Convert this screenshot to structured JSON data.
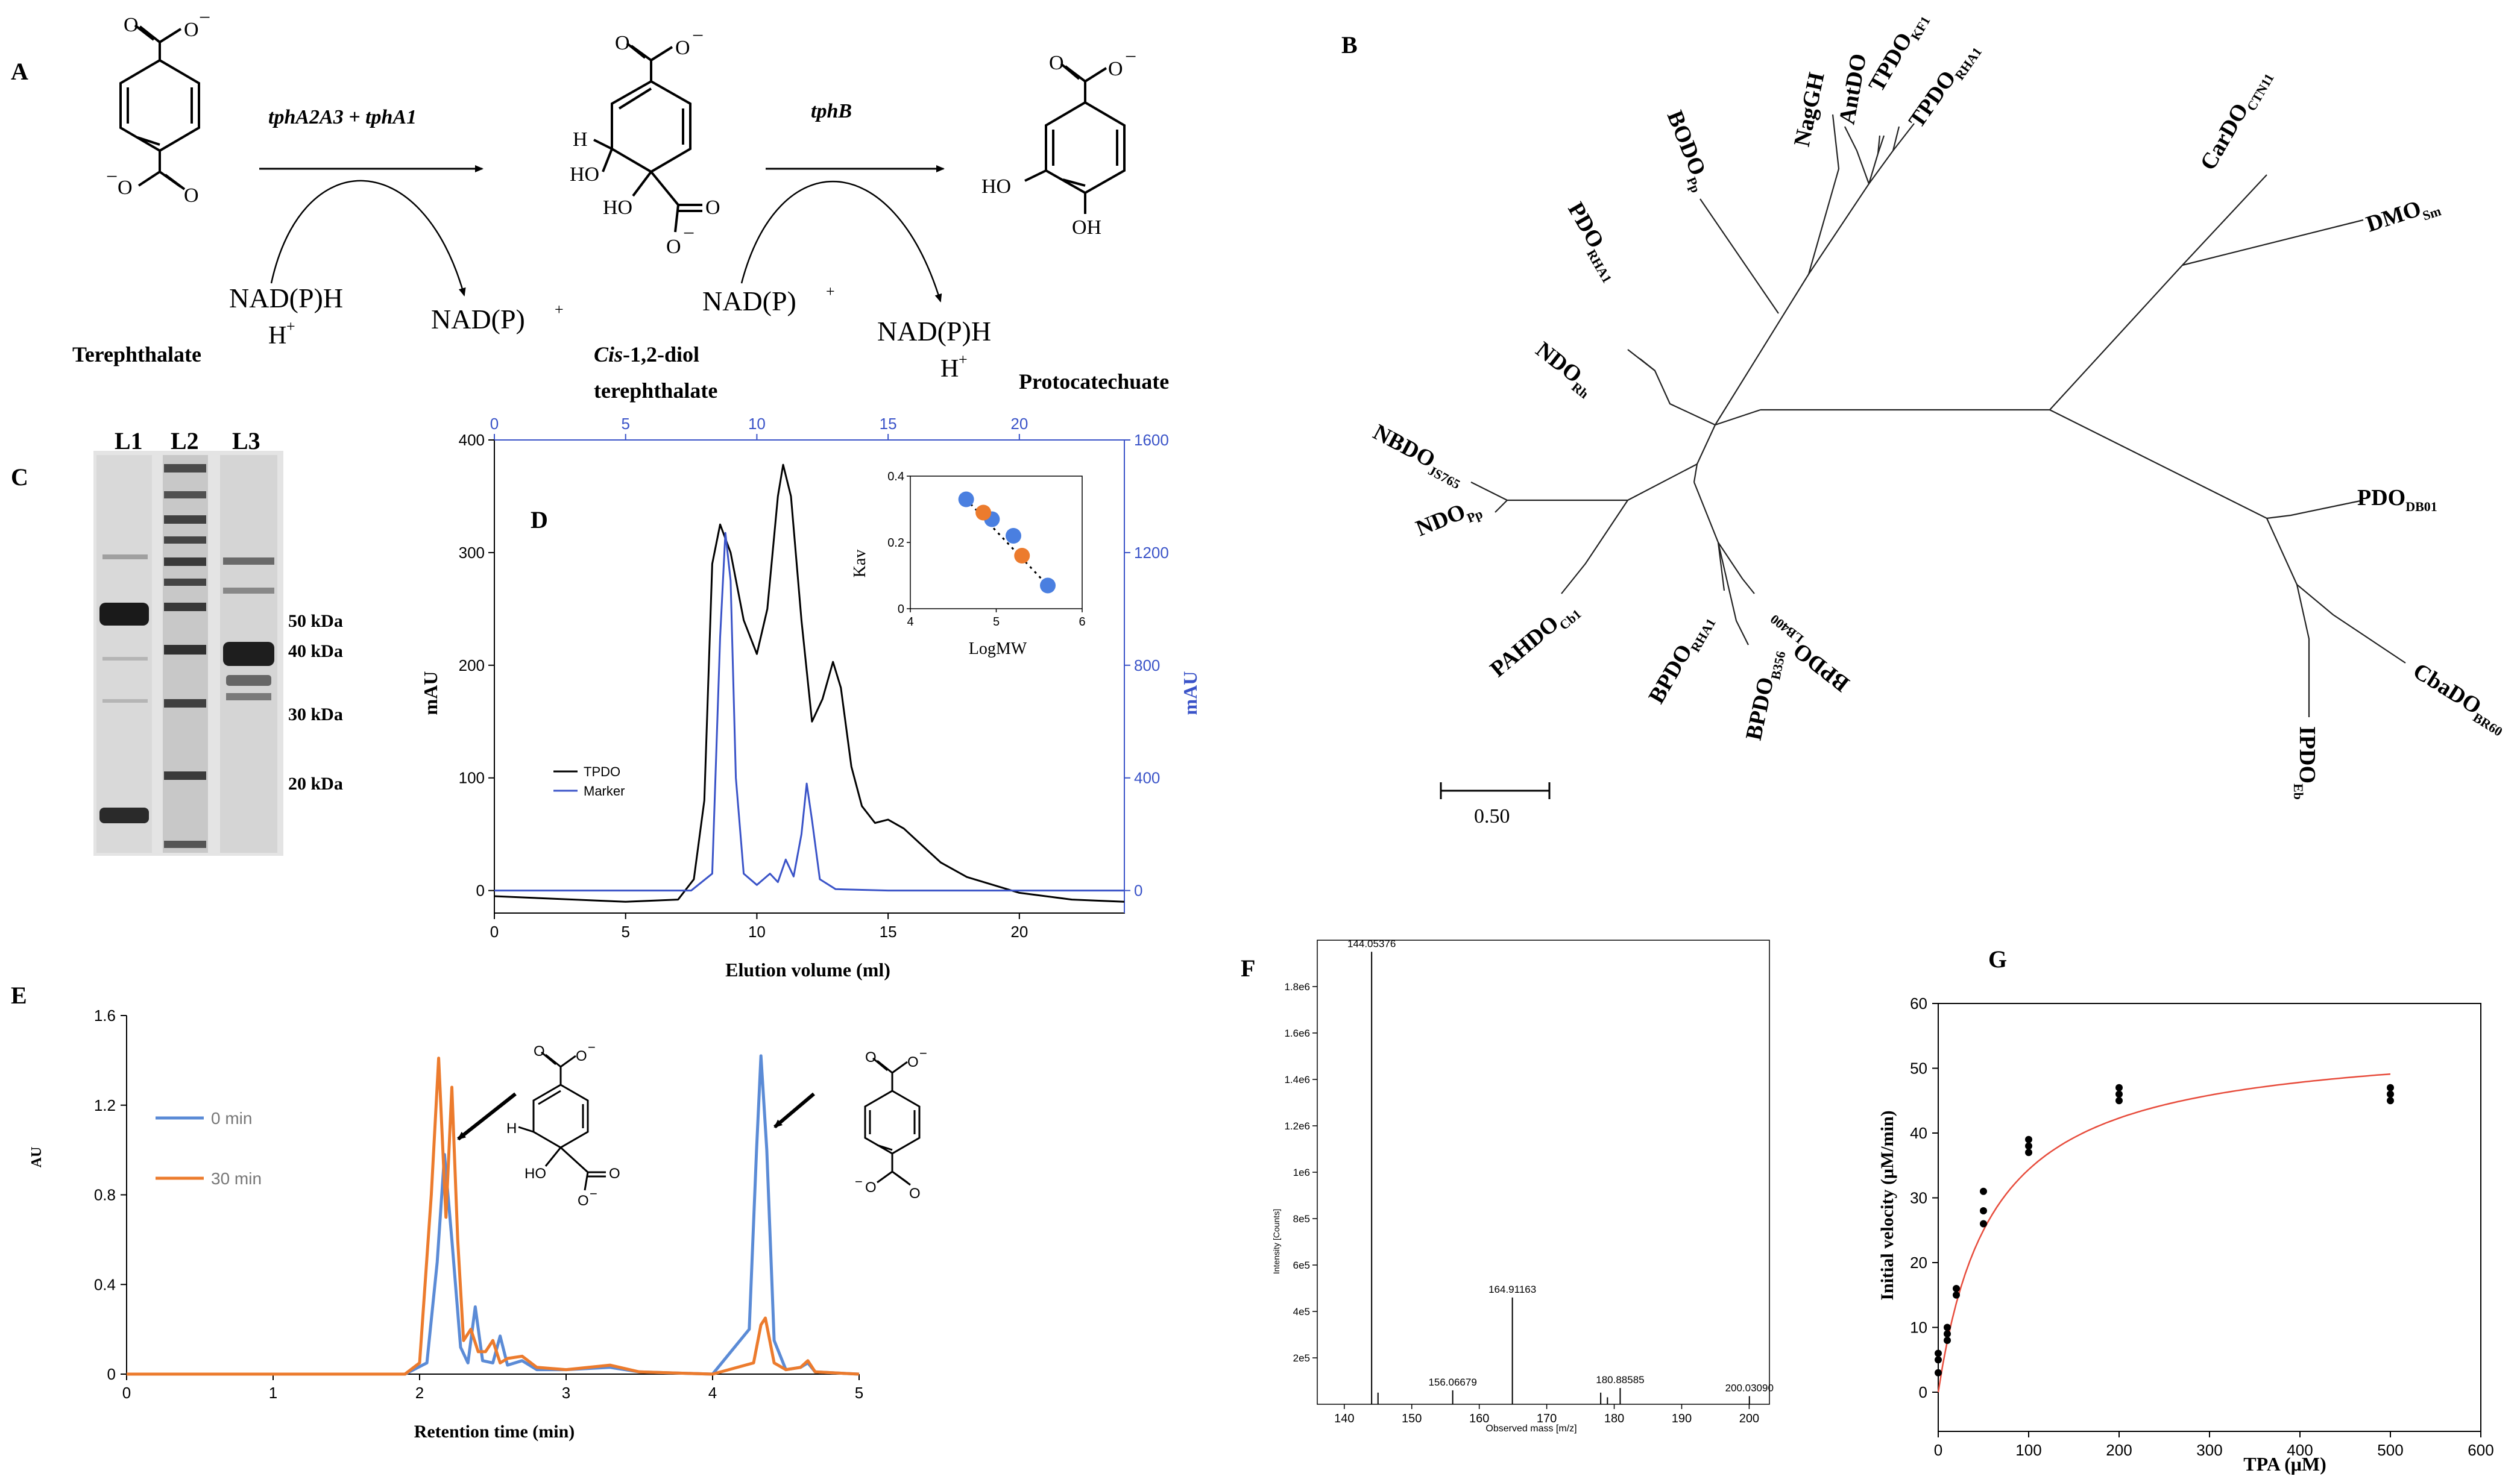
{
  "panels": {
    "A": "A",
    "B": "B",
    "C": "C",
    "D": "D",
    "E": "E",
    "F": "F",
    "G": "G"
  },
  "panelA": {
    "enzyme1": "tphA2A3 + tphA1",
    "enzyme2": "tphB",
    "cofactor_in1": "NAD(P)H",
    "cofactor_in1_h": "H",
    "cofactor_out1": "NAD(P)",
    "cofactor_in2": "NAD(P)",
    "cofactor_out2": "NAD(P)H",
    "cofactor_out2_h": "H",
    "plus": "+",
    "minus": "−",
    "compound1": "Terephthalate",
    "compound2_italic": "Cis",
    "compound2_rest": "-1,2-diol",
    "compound2_line2": "terephthalate",
    "compound3": "Protocatechuate",
    "atom_O": "O",
    "atom_H": "H",
    "atom_HO": "HO",
    "atom_OH": "OH"
  },
  "panelB": {
    "scale_label": "0.50",
    "leaves": [
      {
        "base": "NagGH",
        "sub": ""
      },
      {
        "base": "AntDO",
        "sub": ""
      },
      {
        "base": "TPDO",
        "sub": "KF1"
      },
      {
        "base": "TPDO",
        "sub": "RHA1"
      },
      {
        "base": "BODO",
        "sub": "Pp"
      },
      {
        "base": "PDO",
        "sub": "RHA1"
      },
      {
        "base": "NDO",
        "sub": "Rh"
      },
      {
        "base": "NBDO",
        "sub": "JS765"
      },
      {
        "base": "NDO",
        "sub": "Pp"
      },
      {
        "base": "PAHDO",
        "sub": "Cb1"
      },
      {
        "base": "BPDO",
        "sub": "RHA1"
      },
      {
        "base": "BPDO",
        "sub": "B356"
      },
      {
        "base": "BPDO",
        "sub": "LB400"
      },
      {
        "base": "CarDO",
        "sub": "CTN11"
      },
      {
        "base": "DMO",
        "sub": "Sm"
      },
      {
        "base": "PDO",
        "sub": "DB01"
      },
      {
        "base": "CbaDO",
        "sub": "BR60"
      },
      {
        "base": "IPDO",
        "sub": "Eb"
      }
    ]
  },
  "panelC": {
    "lanes": [
      "L1",
      "L2",
      "L3"
    ],
    "markers": [
      "50 kDa",
      "40 kDa",
      "30 kDa",
      "20 kDa"
    ]
  },
  "panelD": {
    "xlabel": "Elution volume (ml)",
    "ylabel_left": "mAU",
    "ylabel_right": "mAU",
    "legend": [
      "TPDO",
      "Marker"
    ],
    "inset_xlabel": "LogMW",
    "inset_ylabel": "Kav",
    "chart_data": {
      "type": "line",
      "x_bottom_ticks": [
        "0",
        "5",
        "10",
        "15",
        "20"
      ],
      "x_top_ticks": [
        "0",
        "5",
        "10",
        "15",
        "20"
      ],
      "y_left_ticks": [
        "0",
        "100",
        "200",
        "300",
        "400"
      ],
      "y_right_ticks": [
        "0",
        "400",
        "800",
        "1200",
        "1600"
      ],
      "xlim": [
        0,
        24
      ],
      "ylim_left": [
        -20,
        400
      ],
      "ylim_right": [
        -80,
        1600
      ],
      "series": [
        {
          "name": "TPDO",
          "color": "#000000",
          "x": [
            0,
            5,
            7,
            7.6,
            8.0,
            8.3,
            8.6,
            9.0,
            9.5,
            10.0,
            10.4,
            10.8,
            11.0,
            11.3,
            11.7,
            12.1,
            12.5,
            12.9,
            13.2,
            13.6,
            14.0,
            14.5,
            15.0,
            15.6,
            16.3,
            17.0,
            18.0,
            19.0,
            20.0,
            22.0,
            24.0
          ],
          "y": [
            -5,
            -10,
            -8,
            10,
            80,
            290,
            325,
            300,
            240,
            210,
            250,
            350,
            378,
            350,
            240,
            150,
            170,
            203,
            180,
            110,
            75,
            60,
            63,
            55,
            40,
            25,
            12,
            5,
            -2,
            -8,
            -10
          ]
        },
        {
          "name": "Marker",
          "color": "#3a53c8",
          "x": [
            0,
            7.5,
            8.3,
            8.6,
            8.8,
            9.0,
            9.2,
            9.5,
            10.0,
            10.5,
            10.8,
            11.1,
            11.4,
            11.7,
            11.9,
            12.1,
            12.4,
            13.0,
            15.0,
            20.0,
            24.0
          ],
          "y": [
            0,
            0,
            60,
            900,
            1270,
            1100,
            400,
            60,
            20,
            60,
            30,
            110,
            50,
            200,
            380,
            250,
            40,
            5,
            0,
            0,
            0
          ]
        }
      ],
      "inset": {
        "type": "scatter",
        "x_ticks": [
          "4",
          "5",
          "6"
        ],
        "y_ticks": [
          "0",
          "0.2",
          "0.4"
        ],
        "xlim": [
          4,
          6
        ],
        "ylim": [
          0,
          0.4
        ],
        "points_blue": [
          [
            4.65,
            0.33
          ],
          [
            4.95,
            0.27
          ],
          [
            5.2,
            0.22
          ],
          [
            5.6,
            0.07
          ]
        ],
        "points_orange": [
          [
            4.85,
            0.29
          ],
          [
            5.3,
            0.16
          ]
        ]
      }
    }
  },
  "panelE": {
    "xlabel": "Retention time (min)",
    "ylabel": "AU",
    "legend": [
      "0 min",
      "30 min"
    ],
    "atom_O": "O",
    "minus": "−",
    "atom_H": "H",
    "atom_HO": "HO",
    "chart_data": {
      "type": "line",
      "x_ticks": [
        "0",
        "1",
        "2",
        "3",
        "4",
        "5"
      ],
      "y_ticks": [
        "0",
        "0.4",
        "0.8",
        "1.2",
        "1.6"
      ],
      "xlim": [
        0,
        5
      ],
      "ylim": [
        0,
        1.6
      ],
      "series": [
        {
          "name": "0 min",
          "color": "#5b8bd6",
          "x": [
            0,
            1.9,
            2.05,
            2.12,
            2.17,
            2.22,
            2.28,
            2.33,
            2.38,
            2.43,
            2.5,
            2.55,
            2.6,
            2.7,
            2.8,
            3.0,
            3.3,
            3.5,
            4.0,
            4.25,
            4.3,
            4.33,
            4.37,
            4.42,
            4.5,
            4.6,
            4.65,
            4.7,
            5.0
          ],
          "y": [
            0,
            0,
            0.05,
            0.5,
            0.98,
            0.6,
            0.12,
            0.05,
            0.3,
            0.06,
            0.05,
            0.17,
            0.04,
            0.06,
            0.02,
            0.02,
            0.03,
            0.01,
            0,
            0.2,
            1.0,
            1.42,
            1.0,
            0.15,
            0.02,
            0.03,
            0.05,
            0.01,
            0
          ]
        },
        {
          "name": "30 min",
          "color": "#ec7b2d",
          "x": [
            0,
            1.9,
            2.0,
            2.08,
            2.13,
            2.18,
            2.22,
            2.26,
            2.3,
            2.35,
            2.4,
            2.45,
            2.5,
            2.55,
            2.6,
            2.7,
            2.8,
            3.0,
            3.3,
            3.5,
            4.0,
            4.28,
            4.33,
            4.36,
            4.42,
            4.5,
            4.6,
            4.65,
            4.7,
            5.0
          ],
          "y": [
            0,
            0,
            0.05,
            0.8,
            1.41,
            0.7,
            1.28,
            0.6,
            0.15,
            0.2,
            0.1,
            0.1,
            0.15,
            0.05,
            0.07,
            0.08,
            0.03,
            0.02,
            0.04,
            0.01,
            0,
            0.05,
            0.22,
            0.25,
            0.05,
            0.02,
            0.03,
            0.06,
            0.01,
            0
          ]
        }
      ]
    }
  },
  "panelF": {
    "xlabel": "Observed mass [m/z]",
    "ylabel": "Intensity [Counts]",
    "chart_data": {
      "type": "bar",
      "x_ticks": [
        "140",
        "150",
        "160",
        "170",
        "180",
        "190",
        "200"
      ],
      "y_ticks": [
        "2e5",
        "4e5",
        "6e5",
        "8e5",
        "1e6",
        "1.2e6",
        "1.4e6",
        "1.6e6",
        "1.8e6"
      ],
      "xlim": [
        136,
        203
      ],
      "ylim": [
        0,
        2000000
      ],
      "peaks": [
        {
          "mz": 144.05376,
          "intensity": 1950000,
          "label": "144.05376"
        },
        {
          "mz": 145.0,
          "intensity": 50000,
          "label": ""
        },
        {
          "mz": 156.06679,
          "intensity": 60000,
          "label": "156.06679"
        },
        {
          "mz": 164.91163,
          "intensity": 460000,
          "label": "164.91163"
        },
        {
          "mz": 178.0,
          "intensity": 50000,
          "label": ""
        },
        {
          "mz": 179.0,
          "intensity": 30000,
          "label": ""
        },
        {
          "mz": 180.88585,
          "intensity": 70000,
          "label": "180.88585"
        },
        {
          "mz": 200.0309,
          "intensity": 35000,
          "label": "200.03090"
        }
      ],
      "labels_shown": [
        "144.05376",
        "156.06679",
        "164.91163",
        "180.88585",
        "200.03090"
      ]
    }
  },
  "panelG": {
    "xlabel": "TPA (μM)",
    "ylabel": "Initial velocity (μM/min)",
    "chart_data": {
      "type": "scatter",
      "x_ticks": [
        "0",
        "100",
        "200",
        "300",
        "400",
        "500",
        "600"
      ],
      "y_ticks": [
        "0",
        "10",
        "20",
        "30",
        "40",
        "50",
        "60"
      ],
      "xlim": [
        0,
        600
      ],
      "ylim": [
        0,
        60
      ],
      "points": [
        [
          0,
          3
        ],
        [
          0,
          5
        ],
        [
          0,
          6
        ],
        [
          10,
          8
        ],
        [
          10,
          9
        ],
        [
          10,
          10
        ],
        [
          20,
          15
        ],
        [
          20,
          16
        ],
        [
          50,
          26
        ],
        [
          50,
          28
        ],
        [
          50,
          31
        ],
        [
          100,
          37
        ],
        [
          100,
          38
        ],
        [
          100,
          39
        ],
        [
          200,
          45
        ],
        [
          200,
          46
        ],
        [
          200,
          47
        ],
        [
          500,
          45
        ],
        [
          500,
          46
        ],
        [
          500,
          47
        ]
      ],
      "fit": {
        "model": "Michaelis-Menten",
        "vmax": 55,
        "km": 60,
        "color": "#e74c3c"
      }
    }
  }
}
